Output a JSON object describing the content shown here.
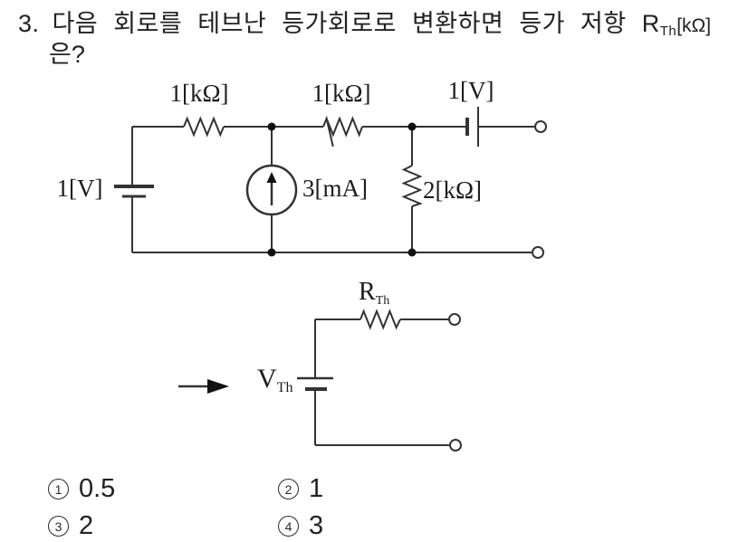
{
  "question": {
    "number": "3.",
    "line1": "다음 회로를 테브난 등가회로로 변환하면 등가 저항",
    "r_symbol": "R",
    "r_subscript": "Th",
    "r_unit": "[kΩ]",
    "line2": "은?"
  },
  "circuit1": {
    "labels": {
      "r1": "1[kΩ]",
      "r2": "1[kΩ]",
      "battery_top": "1[V]",
      "battery_left": "1[V]",
      "current_source": "3[mA]",
      "r3": "2[kΩ]"
    }
  },
  "circuit2": {
    "labels": {
      "v_symbol": "V",
      "v_subscript": "Th",
      "r_symbol": "R",
      "r_subscript": "Th"
    }
  },
  "choices": [
    {
      "number": "1",
      "value": "0.5"
    },
    {
      "number": "2",
      "value": "1"
    },
    {
      "number": "3",
      "value": "2"
    },
    {
      "number": "4",
      "value": "3"
    }
  ],
  "colors": {
    "wire": "#333333",
    "node": "#111111",
    "text": "#1a1a1a",
    "background": "#ffffff"
  }
}
